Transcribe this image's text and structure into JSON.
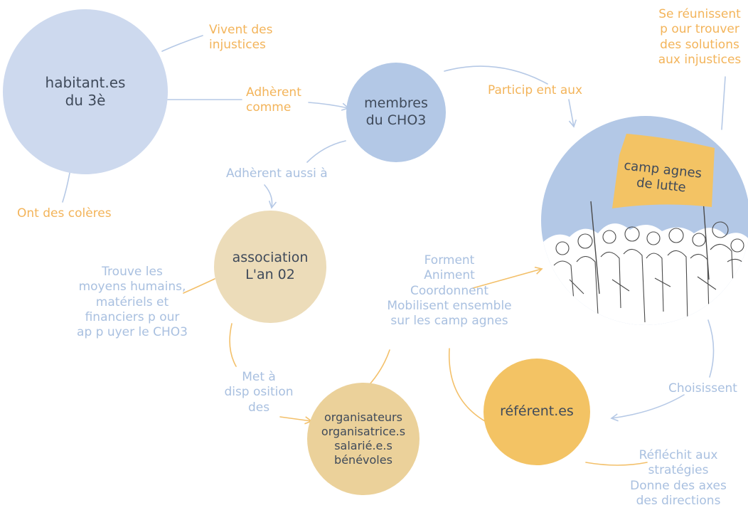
{
  "nodes": {
    "habitants": "habitant.es\ndu 3è",
    "membres": "membres\ndu CHO3",
    "campagnes": "camp agnes\nde lutte",
    "association": "association\nL'an 02",
    "organisateurs": "organisateurs\norganisatrice.s\nsalarié.e.s\nbénévoles",
    "referents": "référent.es"
  },
  "edge_labels": {
    "vivent": "Vivent des\ninjustices",
    "adherent_comme": "Adhèrent\ncomme",
    "participent": "Particip ent aux",
    "se_reunissent": "Se réunissent\np our trouver\ndes solutions\naux injustices",
    "adherent_aussi": "Adhèrent aussi à",
    "colere": "Ont des colères",
    "trouve": "Trouve les\nmoyens humains,\nmatériels et\nfinanciers p our\nap p uyer le CHO3",
    "forment": "Forment\nAniment\nCoordonnent\nMobilisent ensemble\nsur les camp agnes",
    "met": "Met à\ndisp osition\ndes",
    "choisissent": "Choisissent",
    "reflechit": "Réfléchit aux\nstratégies\nDonne des axes\ndes directions"
  },
  "colors": {
    "light_blue": "#cdd9ee",
    "mid_blue": "#b3c8e6",
    "beige": "#ecdcb9",
    "sand": "#ebd19a",
    "yellow": "#f3c364",
    "orange_text": "#f3b45a",
    "blue_text": "#a9c0e0"
  }
}
